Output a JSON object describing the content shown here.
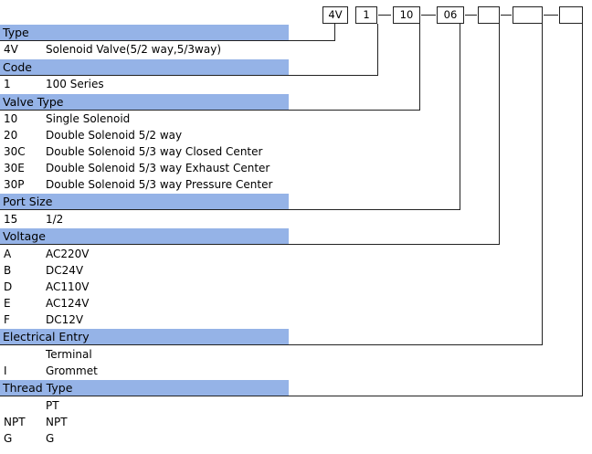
{
  "code_boxes": [
    "4V",
    "1",
    "10",
    "06",
    "",
    "",
    ""
  ],
  "sections": [
    {
      "title": "Type",
      "rows": [
        {
          "code": "4V",
          "desc": "Solenoid Valve(5/2 way,5/3way)"
        }
      ]
    },
    {
      "title": "Code",
      "rows": [
        {
          "code": "1",
          "desc": "100 Series"
        }
      ]
    },
    {
      "title": "Valve Type",
      "rows": [
        {
          "code": "10",
          "desc": "Single Solenoid"
        },
        {
          "code": "20",
          "desc": "Double Solenoid 5/2 way"
        },
        {
          "code": "30C",
          "desc": "Double Solenoid 5/3 way Closed Center"
        },
        {
          "code": "30E",
          "desc": "Double Solenoid 5/3 way Exhaust Center"
        },
        {
          "code": "30P",
          "desc": "Double Solenoid 5/3 way Pressure Center"
        }
      ]
    },
    {
      "title": "Port Size",
      "rows": [
        {
          "code": "15",
          "desc": "1/2"
        }
      ]
    },
    {
      "title": "Voltage",
      "rows": [
        {
          "code": "A",
          "desc": "AC220V"
        },
        {
          "code": "B",
          "desc": "DC24V"
        },
        {
          "code": "D",
          "desc": "AC110V"
        },
        {
          "code": "E",
          "desc": "AC124V"
        },
        {
          "code": "F",
          "desc": "DC12V"
        }
      ]
    },
    {
      "title": "Electrical Entry",
      "rows": [
        {
          "code": "",
          "desc": "Terminal"
        },
        {
          "code": "I",
          "desc": "Grommet"
        }
      ]
    },
    {
      "title": "Thread Type",
      "rows": [
        {
          "code": "",
          "desc": "PT"
        },
        {
          "code": "NPT",
          "desc": "NPT"
        },
        {
          "code": "G",
          "desc": "G"
        }
      ]
    }
  ]
}
